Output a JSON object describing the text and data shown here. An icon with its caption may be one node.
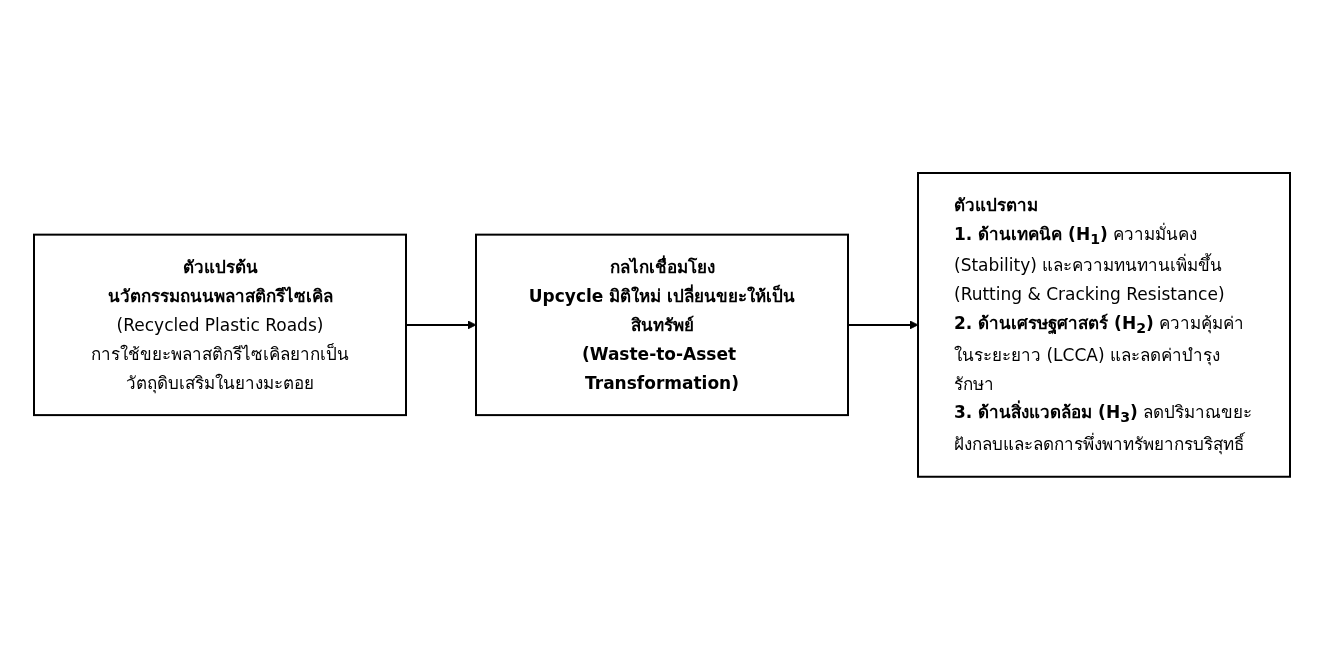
{
  "diagram": {
    "nodes": [
      {
        "text": [
          "ตัวแปรต้น",
          "นวัตกรรมถนนพลาสติกรีไซเคิล",
          "(Recycled Plastic Roads)",
          "การใช้ขยะพลาสติกรีไซเคิลยากเป็นวัตถุดิบเสริมในยางมะตอย"
        ]
      },
      {
        "text": [
          "กลไกเชื่อมโยง",
          "Upcycle มิติใหม่ เปลี่ยนขยะให้เป็นสินทรัพย์",
          "(Waste-to-Asset Transformation)"
        ]
      },
      {
        "text": [
          "ตัวแปรตาม",
          "**1. ด้านเทคนิค (H$_{1}$)** ความมั่นคง (Stability) และความทนทานเพิ่มขึ้น (Rutting & Cracking Resistance)",
          "**2. ด้านเศรษฐศาสตร์ (H$_{2}$)** ความคุ้มค่าในระยะยาว (LCCA) และลดค่าบำรุงรักษา",
          "**3. ด้านสิ่งแวดล้อม (H$_{3}$)** ลดปริมาณขยะฝังกลบและลดการพึ่งพาทรัพยากรบริสุทธิ์"
        ]
      }
    ],
    "edges": [
      {
        "from": 0,
        "to": 1,
        "arrow": "to"
      },
      {
        "from": 1,
        "to": 2,
        "arrow": "to"
      }
    ]
  }
}
